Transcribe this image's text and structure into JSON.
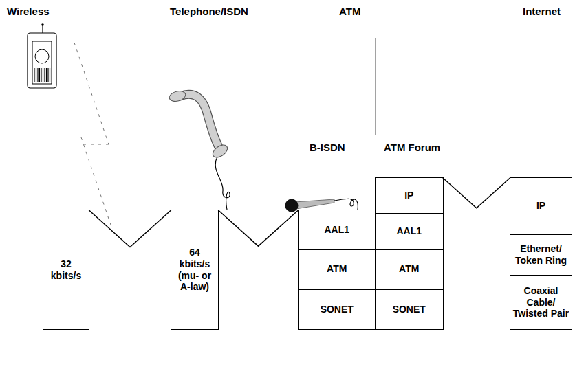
{
  "diagram": {
    "nodes": [
      {
        "text": [
          "32 kbits/s"
        ]
      },
      {
        "text": [
          "64 kbits/s (mu- or A-law)"
        ]
      },
      {
        "text": [
          "AAL1"
        ]
      },
      {
        "text": [
          "ATM"
        ]
      },
      {
        "text": [
          "SONET"
        ]
      },
      {
        "text": [
          "IP"
        ]
      },
      {
        "text": [
          "AAL1"
        ]
      },
      {
        "text": [
          "ATM"
        ]
      },
      {
        "text": [
          "SONET"
        ]
      },
      {
        "text": [
          "IP"
        ]
      },
      {
        "text": [
          "Ethernet/ Token Ring"
        ]
      },
      {
        "text": [
          "Coaxial Cable/ Twisted Pair"
        ]
      }
    ],
    "edges": [
      {
        "from": 0,
        "to": 1,
        "arrow": "none"
      },
      {
        "from": 1,
        "to": 2,
        "arrow": "none"
      },
      {
        "from": 5,
        "to": 9,
        "arrow": "none"
      }
    ],
    "labels": [
      "Wireless",
      "Telephone/ISDN",
      "ATM",
      "Internet",
      "B-ISDN",
      "ATM Forum"
    ]
  }
}
